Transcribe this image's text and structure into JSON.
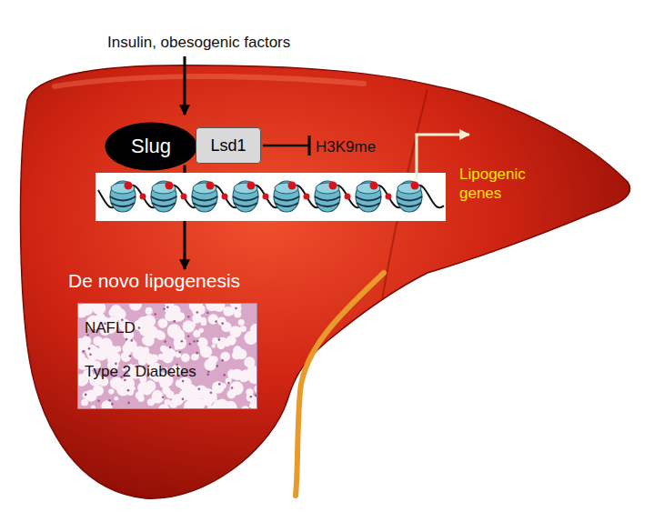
{
  "diagram": {
    "nodes": [
      {
        "text": [
          "Slug"
        ]
      },
      {
        "text": [
          "Lsd1"
        ]
      },
      {
        "text": [
          "De novo lipogenesis",
          "NAFLD",
          "Type 2 Diabetes"
        ]
      }
    ],
    "edges": [
      {
        "from": 0,
        "to": 2,
        "arrow": "to"
      }
    ],
    "labels": [
      "Insulin, obesogenic factors",
      "H3K9me",
      "Lipogenic genes"
    ]
  }
}
